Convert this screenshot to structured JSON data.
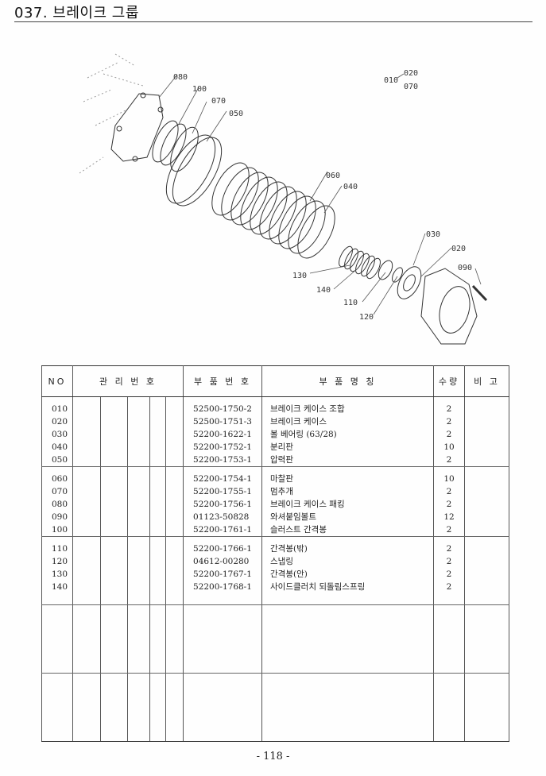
{
  "header": {
    "title": "037. 브레이크 그룹"
  },
  "diagram": {
    "callouts": [
      {
        "id": "010",
        "text": "010"
      },
      {
        "id": "020a",
        "text": "020"
      },
      {
        "id": "070a",
        "text": "070"
      },
      {
        "id": "080",
        "text": "080"
      },
      {
        "id": "100",
        "text": "100"
      },
      {
        "id": "070b",
        "text": "070"
      },
      {
        "id": "050",
        "text": "050"
      },
      {
        "id": "060",
        "text": "060"
      },
      {
        "id": "040",
        "text": "040"
      },
      {
        "id": "030",
        "text": "030"
      },
      {
        "id": "020b",
        "text": "020"
      },
      {
        "id": "090",
        "text": "090"
      },
      {
        "id": "130",
        "text": "130"
      },
      {
        "id": "140",
        "text": "140"
      },
      {
        "id": "110",
        "text": "110"
      },
      {
        "id": "120",
        "text": "120"
      }
    ]
  },
  "table": {
    "headers": {
      "no": "NO",
      "mgmt": "관 리 번 호",
      "part": "부 품 번 호",
      "name": "부     품     명     칭",
      "qty": "수량",
      "note": "비 고"
    },
    "groups": [
      {
        "rows": [
          {
            "no": "010",
            "part": "52500-1750-2",
            "name": "브레이크 케이스 조합",
            "qty": "2"
          },
          {
            "no": "020",
            "part": "52500-1751-3",
            "name": "브레이크 케이스",
            "qty": "2"
          },
          {
            "no": "030",
            "part": "52200-1622-1",
            "name": "볼 베어링 (63/28)",
            "qty": "2"
          },
          {
            "no": "040",
            "part": "52200-1752-1",
            "name": "분리판",
            "qty": "10"
          },
          {
            "no": "050",
            "part": "52200-1753-1",
            "name": "압력판",
            "qty": "2"
          }
        ]
      },
      {
        "rows": [
          {
            "no": "060",
            "part": "52200-1754-1",
            "name": "마찰판",
            "qty": "10"
          },
          {
            "no": "070",
            "part": "52200-1755-1",
            "name": "멈추개",
            "qty": "2"
          },
          {
            "no": "080",
            "part": "52200-1756-1",
            "name": "브레이크 케이스 패킹",
            "qty": "2"
          },
          {
            "no": "090",
            "part": "01123-50828",
            "name": "와셔붙임볼트",
            "qty": "12"
          },
          {
            "no": "100",
            "part": "52200-1761-1",
            "name": "슬러스트 간격봉",
            "qty": "2"
          }
        ]
      },
      {
        "rows": [
          {
            "no": "110",
            "part": "52200-1766-1",
            "name": "간격봉(밖)",
            "qty": "2"
          },
          {
            "no": "120",
            "part": "04612-00280",
            "name": "스냅링",
            "qty": "2"
          },
          {
            "no": "130",
            "part": "52200-1767-1",
            "name": "간격봉(안)",
            "qty": "2"
          },
          {
            "no": "140",
            "part": "52200-1768-1",
            "name": "사이드클러치 되돌림스프링",
            "qty": "2"
          }
        ]
      },
      {
        "rows": []
      },
      {
        "rows": []
      }
    ]
  },
  "footer": {
    "page": "- 118 -"
  }
}
